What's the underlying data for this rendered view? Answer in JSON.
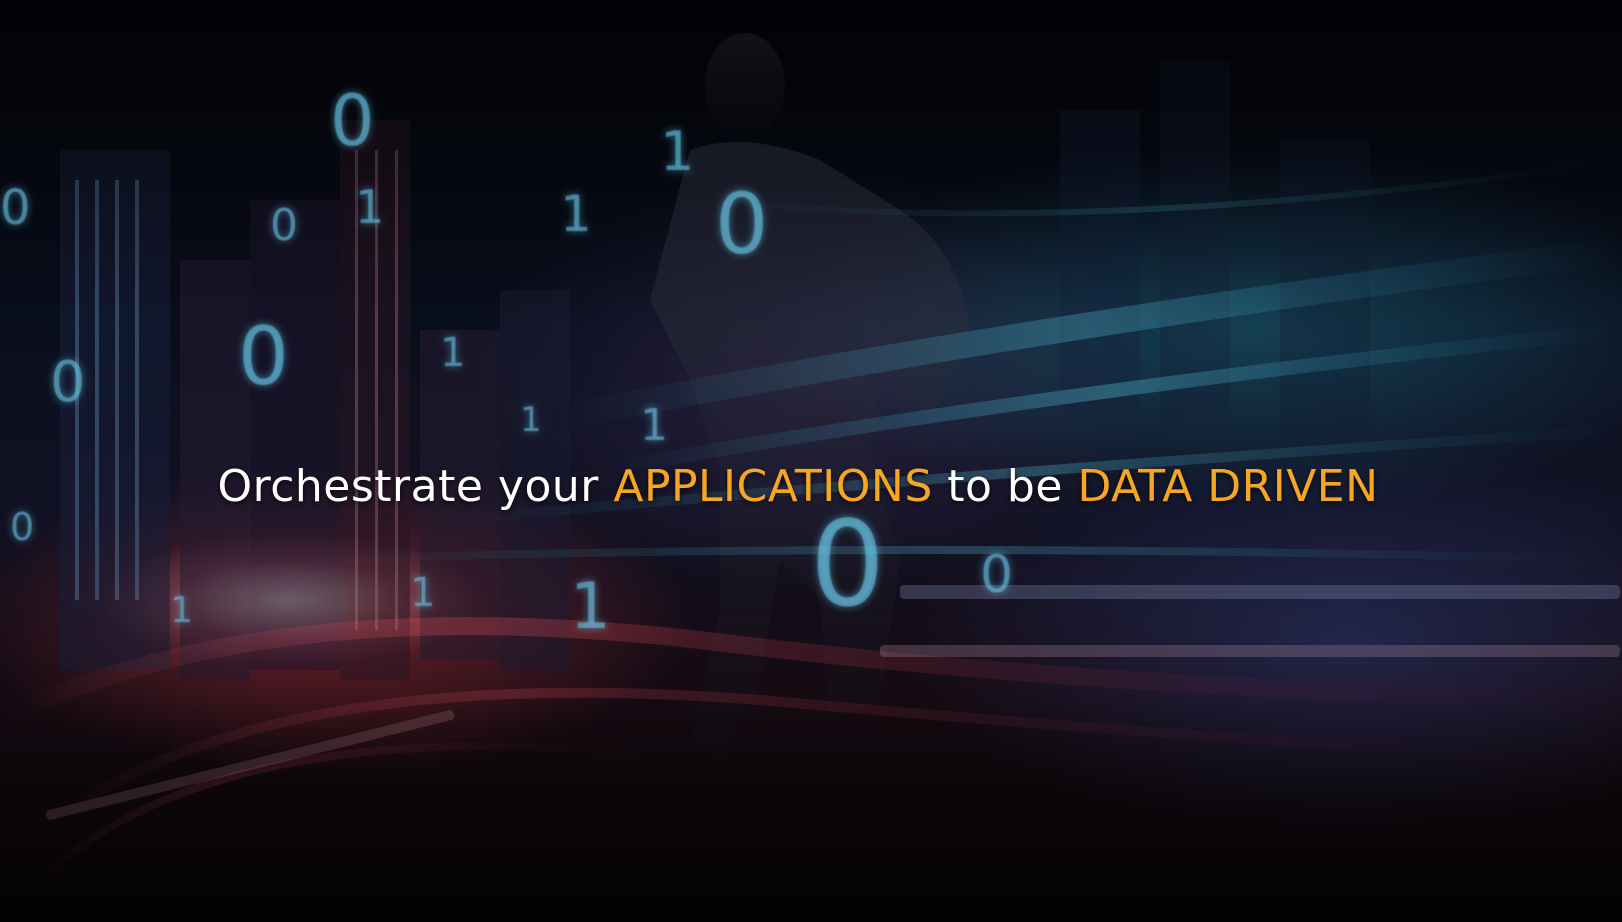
{
  "hero": {
    "headline": {
      "part1": "Orchestrate your",
      "part2": "APPLICATIONS",
      "part3": "to be",
      "part4": "DATA DRIVEN"
    },
    "colors": {
      "text": "#ffffff",
      "accent": "#f6a623",
      "background": "#07080f"
    },
    "background_binary_digits": [
      "0",
      "1",
      "0",
      "1",
      "0",
      "1",
      "1",
      "0",
      "0",
      "1",
      "0",
      "1",
      "1",
      "0",
      "1",
      "0",
      "1",
      "0"
    ]
  }
}
